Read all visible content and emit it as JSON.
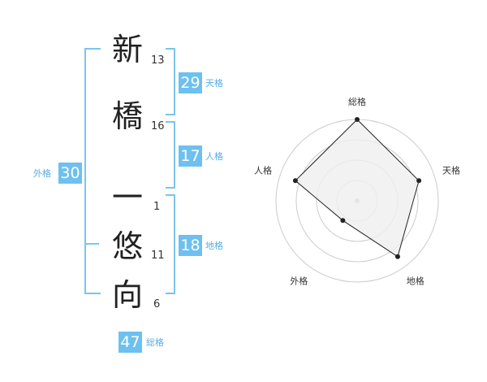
{
  "characters": [
    {
      "char": "新",
      "strokes": "13"
    },
    {
      "char": "橋",
      "strokes": "16"
    },
    {
      "char": "一",
      "strokes": "1"
    },
    {
      "char": "悠",
      "strokes": "11"
    },
    {
      "char": "向",
      "strokes": "6"
    }
  ],
  "ten": {
    "value": "29",
    "label": "天格"
  },
  "jin": {
    "value": "17",
    "label": "人格"
  },
  "chi": {
    "value": "18",
    "label": "地格"
  },
  "gai": {
    "value": "30",
    "label": "外格"
  },
  "sou": {
    "value": "47",
    "label": "総格"
  },
  "radar": {
    "axes": [
      "総格",
      "天格",
      "地格",
      "外格",
      "人格"
    ],
    "values": [
      1.0,
      0.8,
      0.85,
      0.3,
      0.8
    ],
    "rings": 4,
    "colors": {
      "ring": "#cccccc",
      "fill": "#efefef",
      "line": "#222222",
      "center": "#bbbbbb"
    }
  }
}
